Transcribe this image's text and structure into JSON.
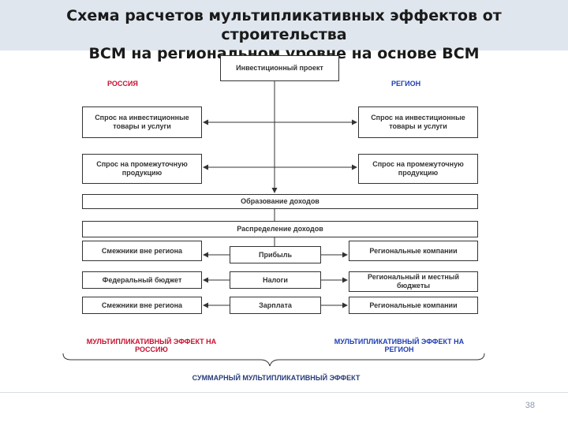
{
  "title": {
    "line1": "Схема расчетов мультипликативных эффектов от строительства",
    "line2": "ВСМ на региональном уровне на основе ВСМ"
  },
  "diagram": {
    "top_box": "Инвестиционный проект",
    "label_russia": "РОССИЯ",
    "label_region": "РЕГИОН",
    "left_demand_invest": "Спрос на инвестиционные товары и услуги",
    "right_demand_invest": "Спрос на инвестиционные товары и услуги",
    "left_demand_intermediate": "Спрос на промежуточную продукцию",
    "right_demand_intermediate": "Спрос на промежуточную продукцию",
    "income_formation": "Образование доходов",
    "income_distribution": "Распределение доходов",
    "left_row1": "Смежники вне региона",
    "center_row1": "Прибыль",
    "right_row1": "Региональные компании",
    "left_row2": "Федеральный бюджет",
    "center_row2": "Налоги",
    "right_row2": "Региональный и местный бюджеты",
    "left_row3": "Смежники вне региона",
    "center_row3": "Зарплата",
    "right_row3": "Региональные компании",
    "effect_russia_line1": "МУЛЬТИПЛИКАТИВНЫЙ ЭФФЕКТ НА",
    "effect_russia_line2": "РОССИЮ",
    "effect_region_line1": "МУЛЬТИПЛИКАТИВНЫЙ ЭФФЕКТ НА",
    "effect_region_line2": "РЕГИОН",
    "total_effect": "СУММАРНЫЙ МУЛЬТИПЛИКАТИВНЫЙ ЭФФЕКТ"
  },
  "footer": {
    "page_number": "38"
  },
  "colors": {
    "red": "#c8102e",
    "blue": "#1f3fb0",
    "header_bg": "#dfe6ee"
  }
}
